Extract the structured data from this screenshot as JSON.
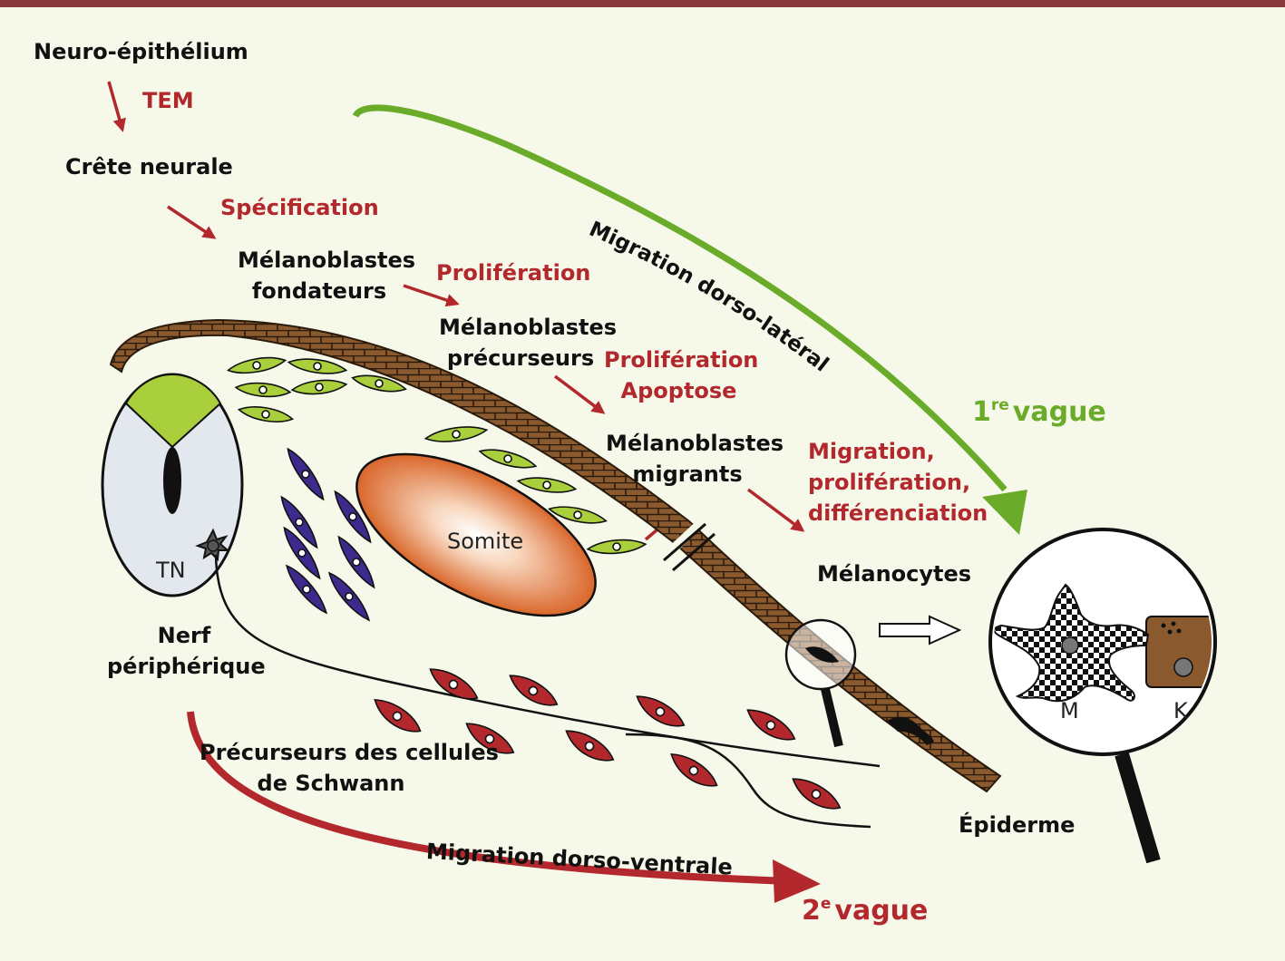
{
  "labels": {
    "neuro_epithelium": "Neuro-épithélium",
    "tem": "TEM",
    "crete_neurale": "Crête neurale",
    "specification": "Spécification",
    "melanoblastes_fondateurs": [
      "Mélanoblastes",
      "fondateurs"
    ],
    "proliferation_1": "Prolifération",
    "melanoblastes_precurseurs": [
      "Mélanoblastes",
      "précurseurs"
    ],
    "proliferation_apoptose": [
      "Prolifération",
      "Apoptose"
    ],
    "melanoblastes_migrants": [
      "Mélanoblastes",
      "migrants"
    ],
    "migration_prolif_diff": [
      "Migration,",
      "prolifération,",
      "différenciation"
    ],
    "melanocytes": "Mélanocytes",
    "migration_dorso_laterale": "Migration dorso-latérale",
    "wave1": {
      "number": "1",
      "sup": "re",
      "word": "vague"
    },
    "somite": "Somite",
    "tn": "TN",
    "nerf_peripherique": [
      "Nerf",
      "périphérique"
    ],
    "precurseurs_schwann": [
      "Précurseurs des cellules",
      "de Schwann"
    ],
    "migration_dorso_ventrale": "Migration dorso-ventrale",
    "wave2": {
      "number": "2",
      "sup": "e",
      "word": "vague"
    },
    "epiderme": "Épiderme",
    "m": "M",
    "k": "K"
  },
  "colors": {
    "red": "#b2282c",
    "green": "#6aac2a",
    "light_green_cell": "#a9cf3c",
    "violet_cell": "#3d2a8c",
    "brown_layer": "#8a5a2e",
    "somite_orange": "#d9662a",
    "background": "#f6f9ea",
    "top_bar": "#8a3a3e"
  }
}
